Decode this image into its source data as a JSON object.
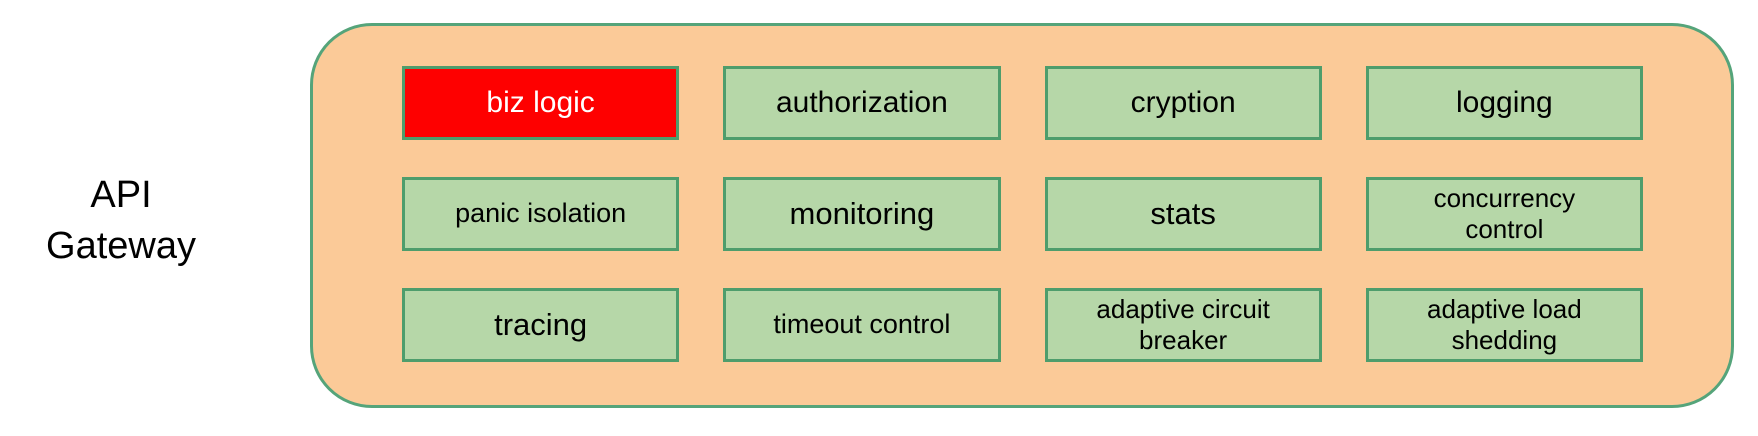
{
  "diagram": {
    "title": "API\nGateway",
    "container_name": "API Gateway",
    "modules": [
      {
        "label": "biz logic",
        "highlighted": true
      },
      {
        "label": "authorization",
        "highlighted": false
      },
      {
        "label": "cryption",
        "highlighted": false
      },
      {
        "label": "logging",
        "highlighted": false
      },
      {
        "label": "panic isolation",
        "highlighted": false
      },
      {
        "label": "monitoring",
        "highlighted": false
      },
      {
        "label": "stats",
        "highlighted": false
      },
      {
        "label": "concurrency\ncontrol",
        "highlighted": false
      },
      {
        "label": "tracing",
        "highlighted": false
      },
      {
        "label": "timeout control",
        "highlighted": false
      },
      {
        "label": "adaptive circuit\nbreaker",
        "highlighted": false
      },
      {
        "label": "adaptive load\nshedding",
        "highlighted": false
      }
    ]
  },
  "colors": {
    "page_background": "#ffffff",
    "container_fill": "#FBCA98",
    "container_border": "#55A47A",
    "cell_fill": "#B6D7A8",
    "cell_border": "#4E9D6C",
    "highlight_fill": "#FE0000",
    "highlight_text": "#ffffff",
    "text": "#000000"
  }
}
